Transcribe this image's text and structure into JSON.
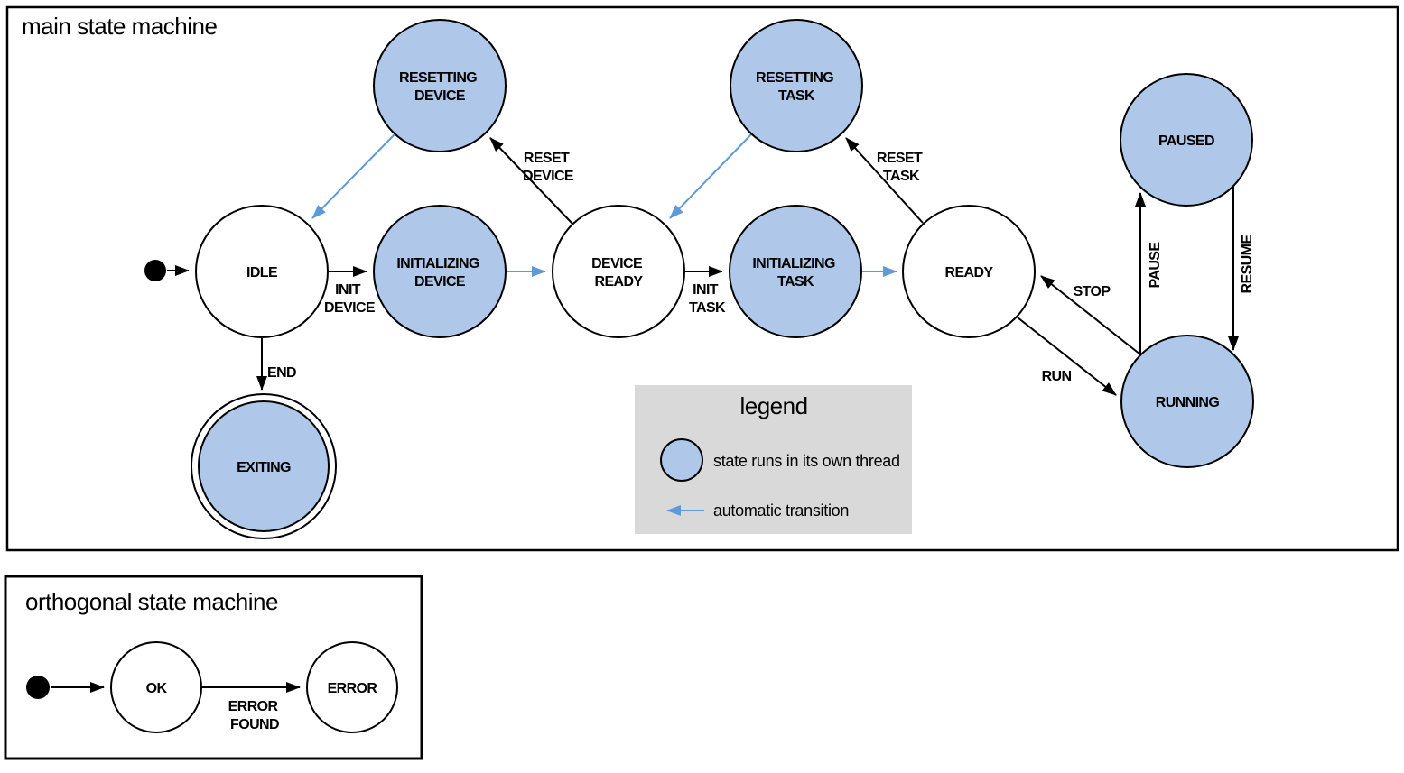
{
  "colors": {
    "state_fill": "#afc7e8",
    "auto_arrow": "#5f9ad8",
    "legend_bg": "#d9d9d9",
    "line": "#000000",
    "bg": "#ffffff"
  },
  "main": {
    "title": "main state machine",
    "states": {
      "idle": {
        "label": "IDLE"
      },
      "resetting_device": {
        "lines": [
          "RESETTING",
          "DEVICE"
        ]
      },
      "initializing_device": {
        "lines": [
          "INITIALIZING",
          "DEVICE"
        ]
      },
      "device_ready": {
        "lines": [
          "DEVICE",
          "READY"
        ]
      },
      "resetting_task": {
        "lines": [
          "RESETTING",
          "TASK"
        ]
      },
      "initializing_task": {
        "lines": [
          "INITIALIZING",
          "TASK"
        ]
      },
      "ready": {
        "label": "READY"
      },
      "paused": {
        "label": "PAUSED"
      },
      "running": {
        "label": "RUNNING"
      },
      "exiting": {
        "label": "EXITING"
      }
    },
    "transitions": {
      "init_device": {
        "lines": [
          "INIT",
          "DEVICE"
        ]
      },
      "init_task": {
        "lines": [
          "INIT",
          "TASK"
        ]
      },
      "reset_device": {
        "lines": [
          "RESET",
          "DEVICE"
        ]
      },
      "reset_task": {
        "lines": [
          "RESET",
          "TASK"
        ]
      },
      "end": {
        "label": "END"
      },
      "run": {
        "label": "RUN"
      },
      "stop": {
        "label": "STOP"
      },
      "pause": {
        "label": "PAUSE"
      },
      "resume": {
        "label": "RESUME"
      }
    },
    "legend": {
      "title": "legend",
      "thread_label": "state runs in its own thread",
      "auto_label": "automatic transition"
    }
  },
  "ortho": {
    "title": "orthogonal state machine",
    "states": {
      "ok": {
        "label": "OK"
      },
      "error": {
        "label": "ERROR"
      }
    },
    "transitions": {
      "error_found": {
        "lines": [
          "ERROR",
          "FOUND"
        ]
      }
    }
  }
}
